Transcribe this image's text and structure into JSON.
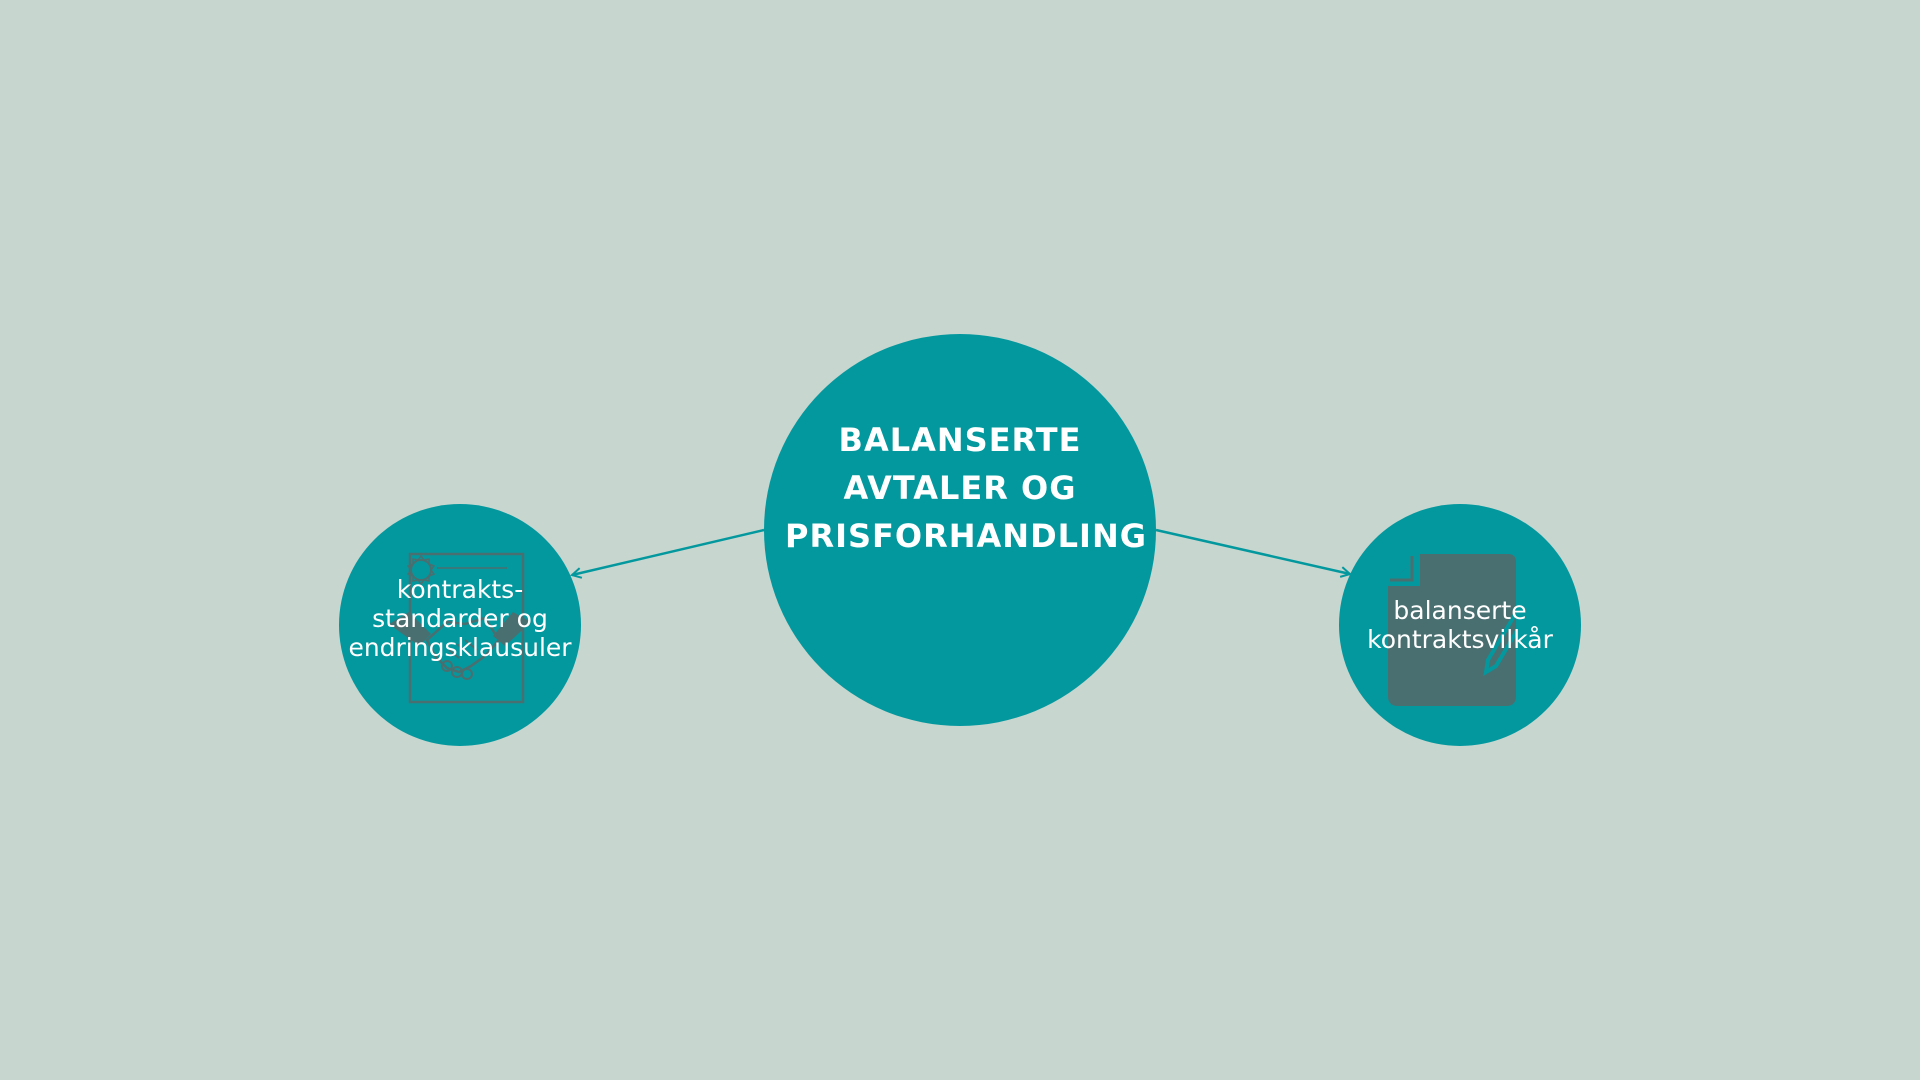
{
  "colors": {
    "background": "#c7d6cf",
    "node": "#03989e",
    "connector": "#03989e",
    "icon": "#4a6f70",
    "text": "#ffffff"
  },
  "diagram": {
    "center": {
      "label_lines": [
        "BALANSERTE",
        "AVTALER OG",
        "PRISFORHANDLING"
      ]
    },
    "left": {
      "label_lines": [
        "kontrakts-",
        "standarder og",
        "endringsklausuler"
      ],
      "icon": "contract-handshake-icon"
    },
    "right": {
      "label_lines": [
        "balanserte",
        "kontraktsvilkår"
      ],
      "icon": "document-pen-icon"
    }
  }
}
